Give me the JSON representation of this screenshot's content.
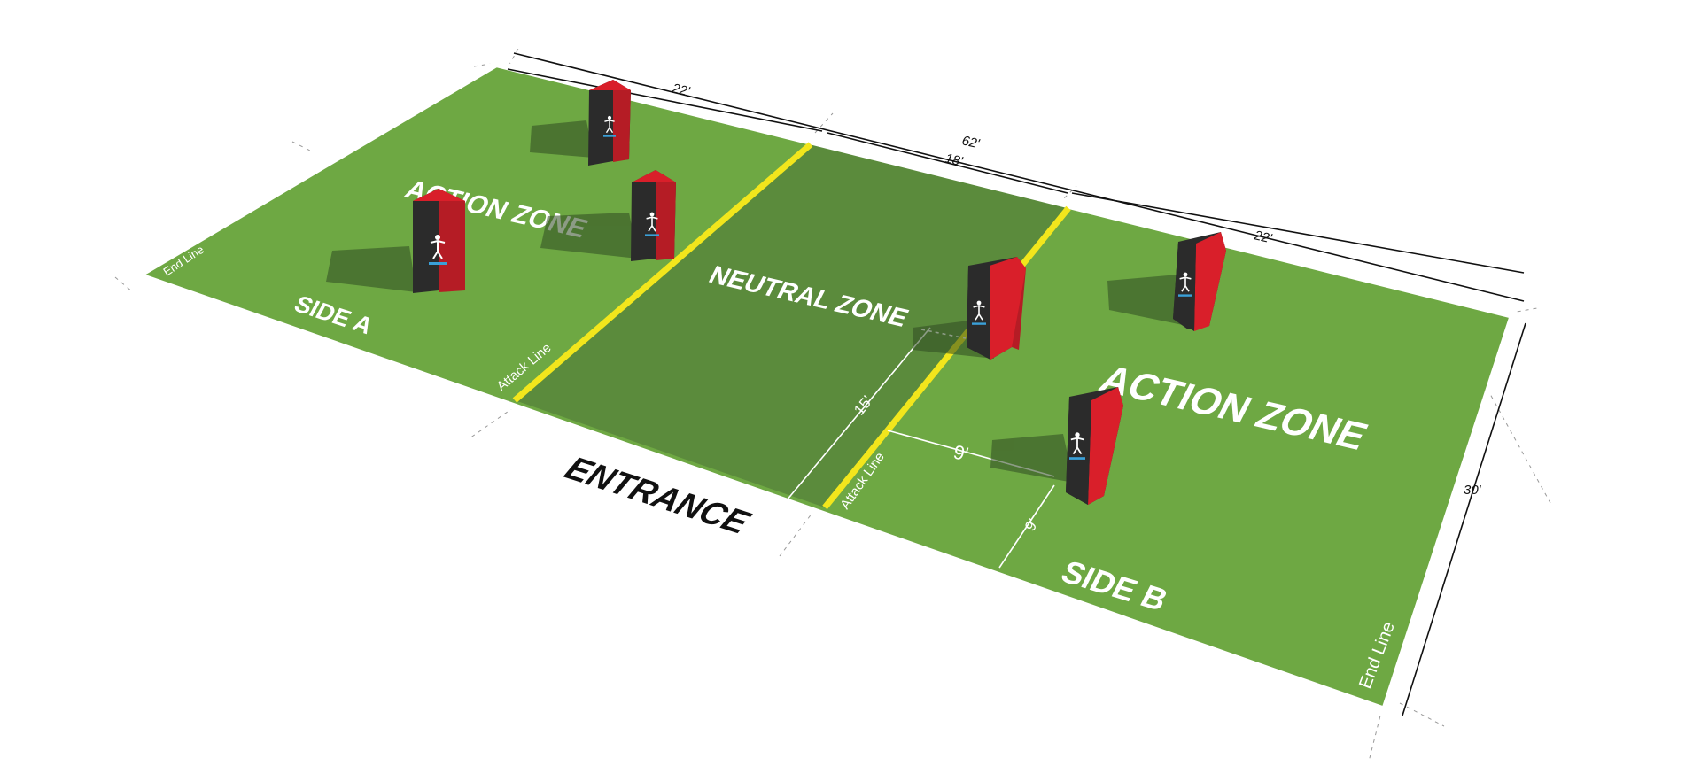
{
  "labels": {
    "action_zone_a": "ACTION ZONE",
    "action_zone_b": "ACTION ZONE",
    "neutral_zone": "NEUTRAL ZONE",
    "side_a": "SIDE A",
    "side_b": "SIDE B",
    "end_line_left": "End Line",
    "end_line_right": "End Line",
    "attack_line_left": "Attack Line",
    "attack_line_right": "Attack Line",
    "entrance": "ENTRANCE"
  },
  "dimensions": {
    "total_length": "62'",
    "left_zone_length": "22'",
    "neutral_length": "18'",
    "right_zone_length": "22'",
    "width": "30'",
    "bunker_depth": "15'",
    "bunker_spacing": "9'",
    "bunker_from_edge": "9'"
  },
  "colors": {
    "field_green": "#6ea843",
    "neutral_green": "#5b8b3c",
    "attack_line_yellow": "#f2e61c",
    "bunker_red": "#d91f2a",
    "bunker_dark": "#2b2b2b"
  }
}
